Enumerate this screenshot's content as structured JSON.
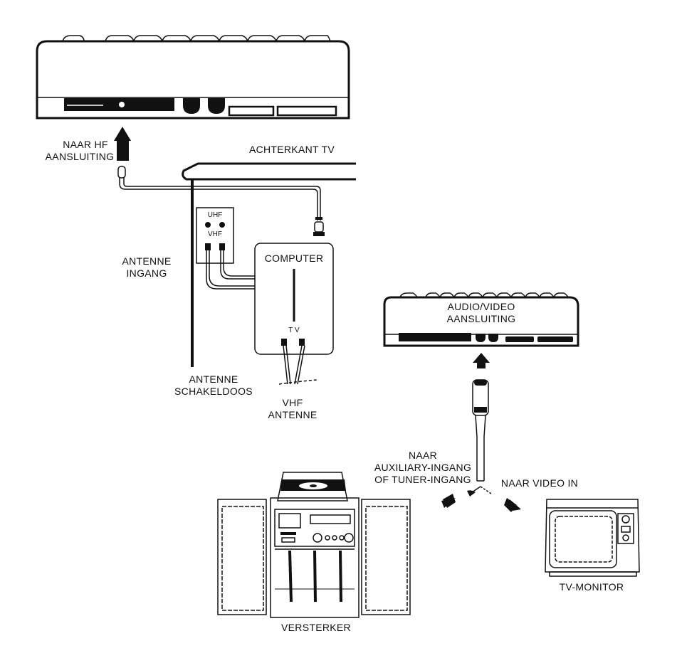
{
  "diagram": {
    "title": "Computer aansluiting op TV, monitor en versterker",
    "labels": {
      "naar_hf": [
        "NAAR HF",
        "AANSLUITING"
      ],
      "achterkant_tv": "ACHTERKANT TV",
      "antenne_ingang": [
        "ANTENNE",
        "INGANG"
      ],
      "uhf": "UHF",
      "vhf_small": "VHF",
      "computer": "COMPUTER",
      "tv_small": "T V",
      "antenne_schakeldoos": [
        "ANTENNE",
        "SCHAKELDOOS"
      ],
      "vhf_antenne": [
        "VHF",
        "ANTENNE"
      ],
      "audio_video": [
        "AUDIO/VIDEO",
        "AANSLUITING"
      ],
      "naar_auxiliary": [
        "NAAR",
        "AUXILIARY-INGANG",
        "OF TUNER-INGANG"
      ],
      "naar_video_in": "NAAR VIDEO IN",
      "versterker": "VERSTERKER",
      "tv_monitor": "TV-MONITOR"
    },
    "components": [
      "computer-rear-top",
      "tv-back-panel",
      "antenna-switchbox",
      "rf-modulator",
      "computer-rear-av",
      "av-cable-plug",
      "stereo-amplifier",
      "tv-monitor"
    ]
  }
}
